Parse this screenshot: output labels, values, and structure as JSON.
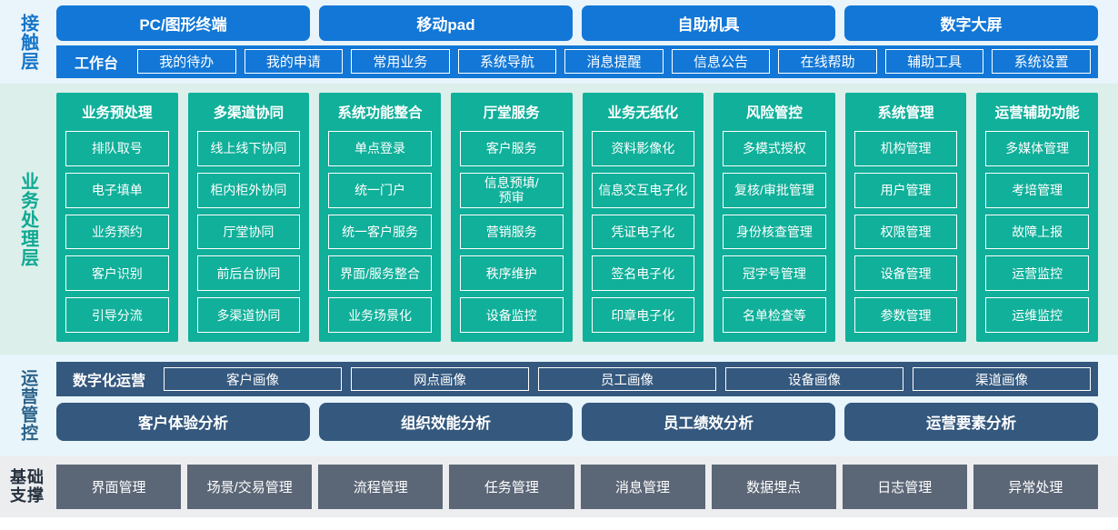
{
  "layers": {
    "contact": {
      "label": "接触层",
      "terminals": [
        "PC/图形终端",
        "移动pad",
        "自助机具",
        "数字大屏"
      ],
      "workbench_label": "工作台",
      "menu": [
        "我的待办",
        "我的申请",
        "常用业务",
        "系统导航",
        "消息提醒",
        "信息公告",
        "在线帮助",
        "辅助工具",
        "系统设置"
      ]
    },
    "business": {
      "label": "业务处理层",
      "columns": [
        {
          "title": "业务预处理",
          "items": [
            "排队取号",
            "电子填单",
            "业务预约",
            "客户识别",
            "引导分流"
          ]
        },
        {
          "title": "多渠道协同",
          "items": [
            "线上线下协同",
            "柜内柜外协同",
            "厅堂协同",
            "前后台协同",
            "多渠道协同"
          ]
        },
        {
          "title": "系统功能整合",
          "items": [
            "单点登录",
            "统一门户",
            "统一客户服务",
            "界面/服务整合",
            "业务场景化"
          ]
        },
        {
          "title": "厅堂服务",
          "items": [
            "客户服务",
            "信息预填/\n预审",
            "营销服务",
            "秩序维护",
            "设备监控"
          ]
        },
        {
          "title": "业务无纸化",
          "items": [
            "资料影像化",
            "信息交互电子化",
            "凭证电子化",
            "签名电子化",
            "印章电子化"
          ]
        },
        {
          "title": "风险管控",
          "items": [
            "多模式授权",
            "复核/审批管理",
            "身份核查管理",
            "冠字号管理",
            "名单检查等"
          ]
        },
        {
          "title": "系统管理",
          "items": [
            "机构管理",
            "用户管理",
            "权限管理",
            "设备管理",
            "参数管理"
          ]
        },
        {
          "title": "运营辅助功能",
          "items": [
            "多媒体管理",
            "考培管理",
            "故障上报",
            "运营监控",
            "运维监控"
          ]
        }
      ]
    },
    "operations": {
      "label": "运营管控",
      "digital_label": "数字化运营",
      "portraits": [
        "客户画像",
        "网点画像",
        "员工画像",
        "设备画像",
        "渠道画像"
      ],
      "analyses": [
        "客户体验分析",
        "组织效能分析",
        "员工绩效分析",
        "运营要素分析"
      ]
    },
    "foundation": {
      "label_line1": "基础",
      "label_line2": "支撑",
      "items": [
        "界面管理",
        "场景/交易管理",
        "流程管理",
        "任务管理",
        "消息管理",
        "数据埋点",
        "日志管理",
        "异常处理"
      ]
    }
  },
  "colors": {
    "contact_blue": "#1277d6",
    "contact_bg": "#e9f4fb",
    "business_teal": "#10b09a",
    "business_bg": "#dcefea",
    "operations_slate": "#34587e",
    "operations_bg": "#e8f5fb",
    "foundation_gray": "#5b6676",
    "foundation_bg": "#ecedef"
  }
}
